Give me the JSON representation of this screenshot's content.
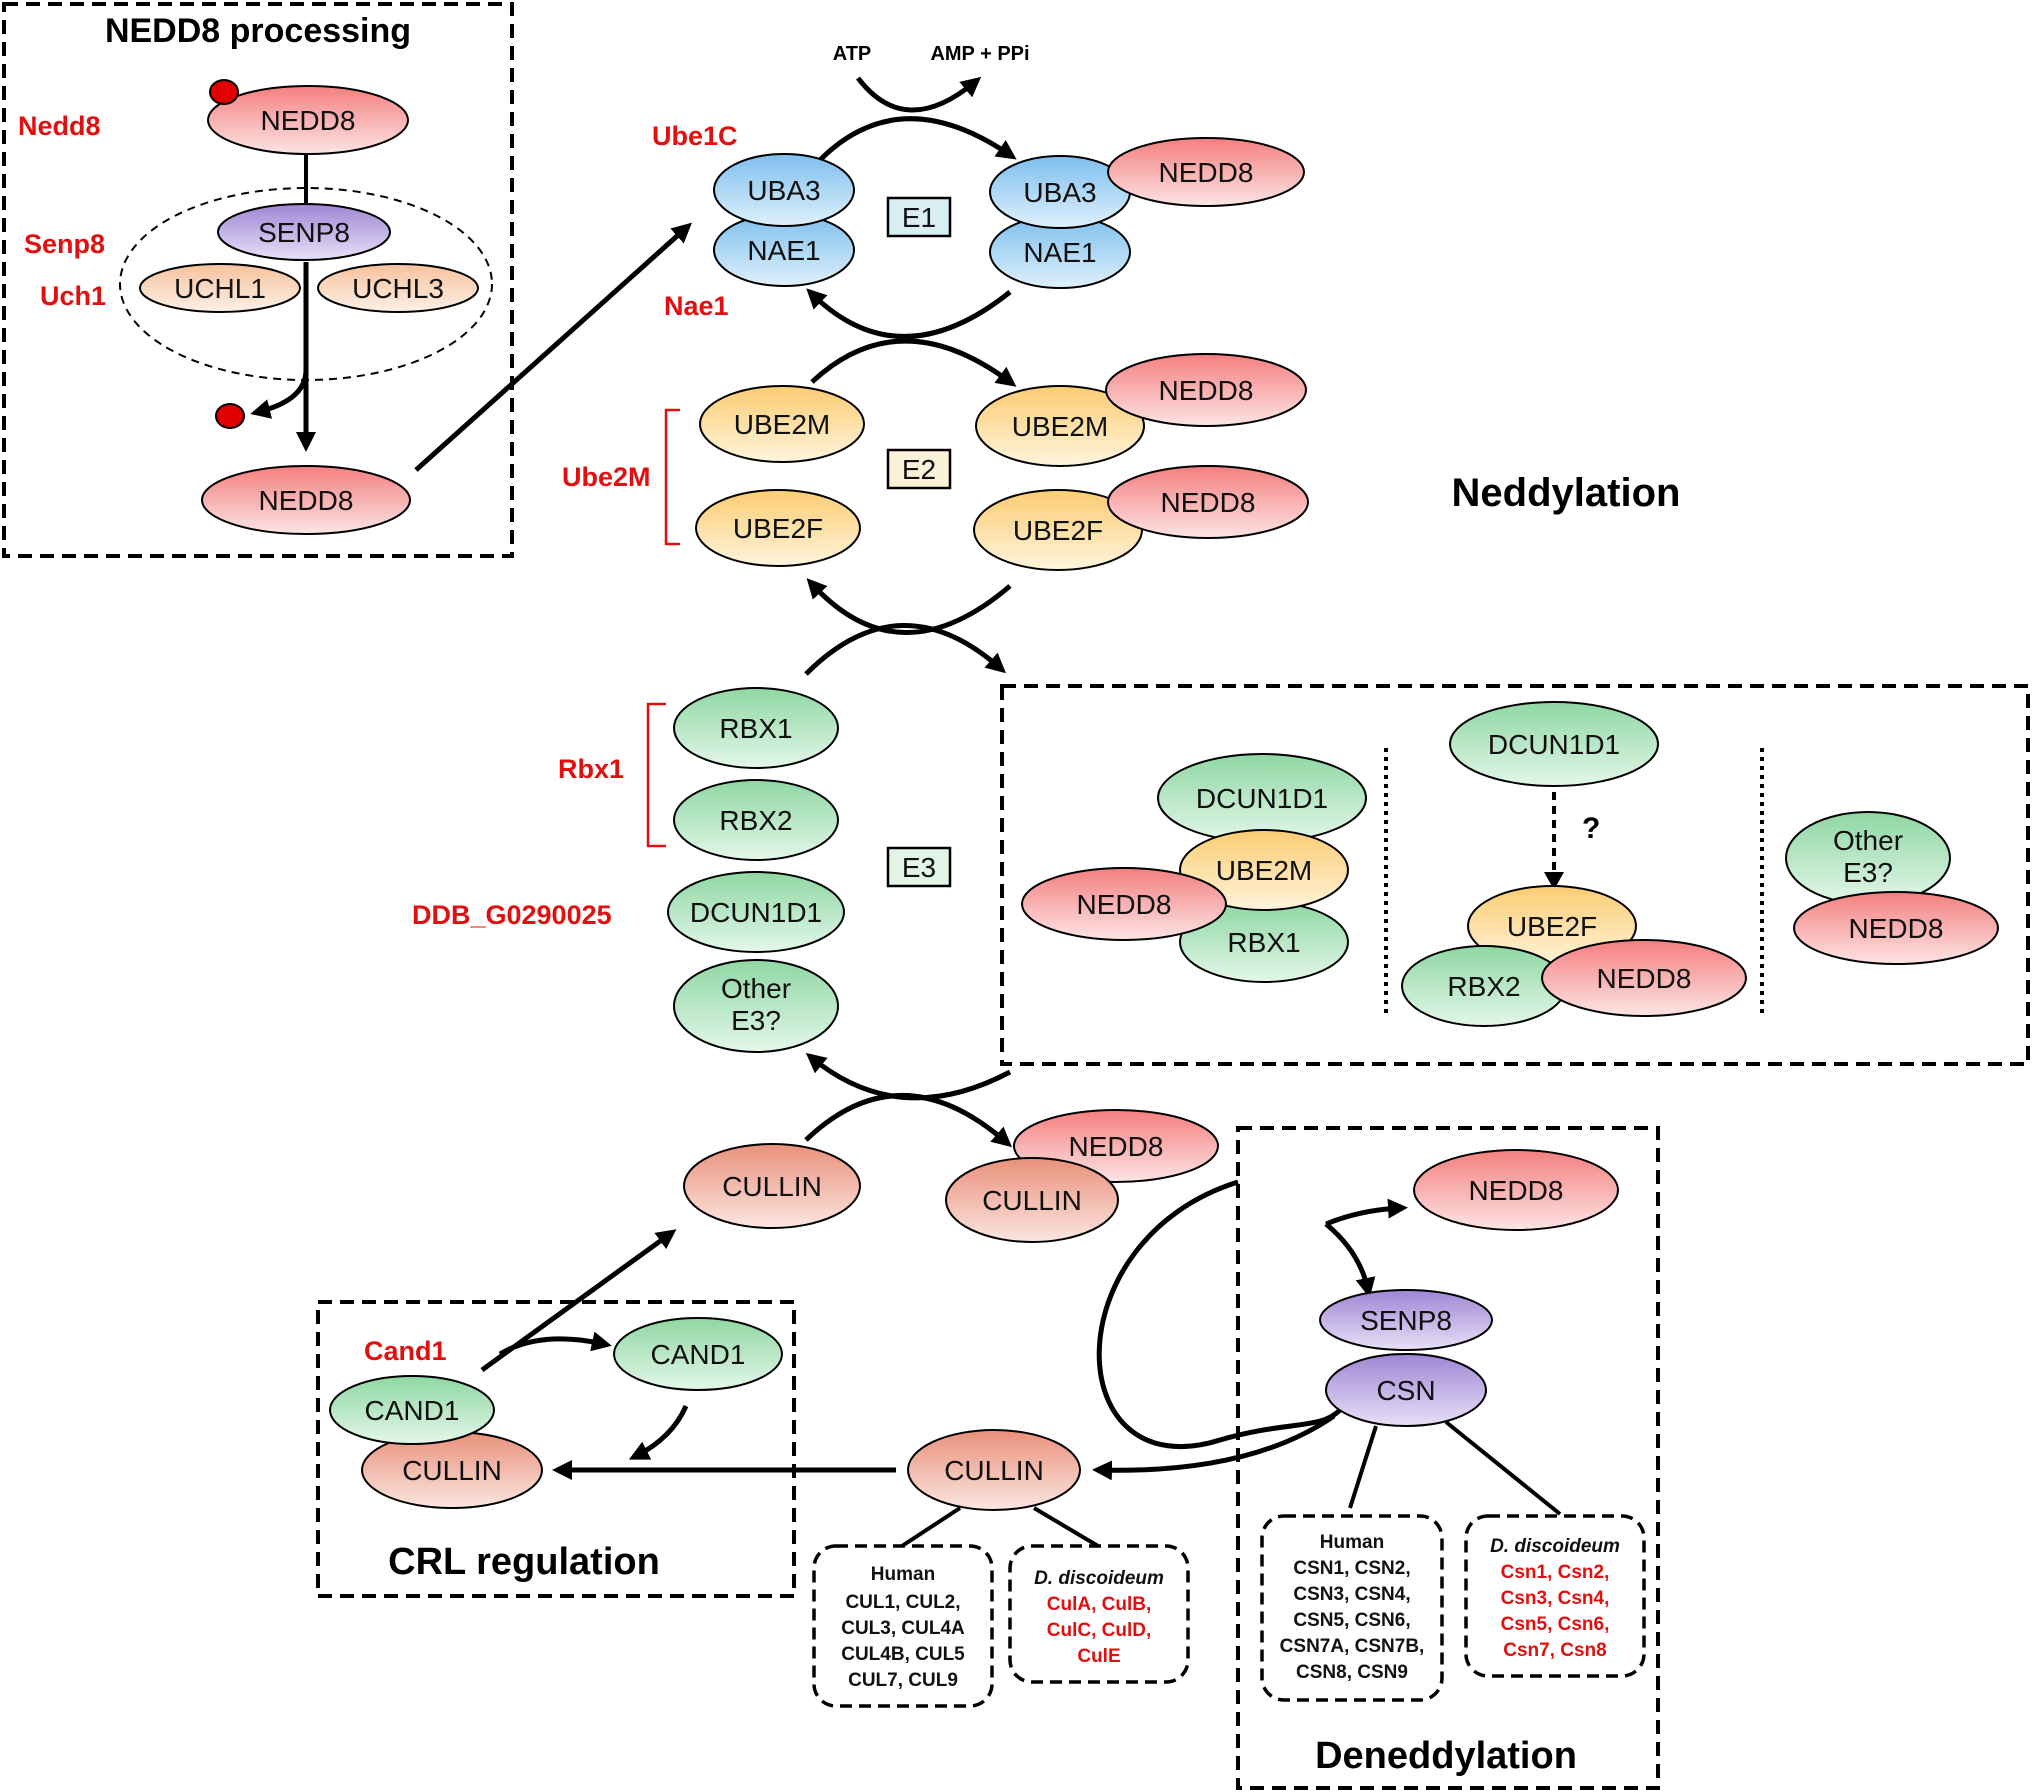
{
  "titles": {
    "processing": "NEDD8 processing",
    "neddylation": "Neddylation",
    "crl": "CRL regulation",
    "deneddylation": "Deneddylation"
  },
  "red_labels": {
    "nedd8": "Nedd8",
    "senp8": "Senp8",
    "uch1": "Uch1",
    "ube1c": "Ube1C",
    "nae1": "Nae1",
    "ube2m": "Ube2M",
    "rbx1": "Rbx1",
    "ddb": "DDB_G0290025",
    "cand1": "Cand1"
  },
  "cofactors": {
    "atp": "ATP",
    "amp": "AMP + PPi"
  },
  "enzyme_boxes": {
    "e1": "E1",
    "e2": "E2",
    "e3": "E3"
  },
  "proteins": {
    "nedd8": "NEDD8",
    "senp8": "SENP8",
    "uchl1": "UCHL1",
    "uchl3": "UCHL3",
    "uba3": "UBA3",
    "nae1": "NAE1",
    "ube2m": "UBE2M",
    "ube2f": "UBE2F",
    "rbx1": "RBX1",
    "rbx2": "RBX2",
    "dcun1d1": "DCUN1D1",
    "other_e3_line1": "Other",
    "other_e3_line2": "E3?",
    "cullin": "CULLIN",
    "cand1": "CAND1",
    "csn": "CSN"
  },
  "question_mark": "?",
  "cullin_lists": {
    "human_title": "Human",
    "human": [
      "CUL1, CUL2,",
      "CUL3, CUL4A",
      "CUL4B, CUL5",
      "CUL7, CUL9"
    ],
    "dicty_title": "D. discoideum",
    "dicty": [
      "CulA, CulB,",
      "CulC, CulD,",
      "CulE"
    ]
  },
  "csn_lists": {
    "human_title": "Human",
    "human": [
      "CSN1, CSN2,",
      "CSN3, CSN4,",
      "CSN5, CSN6,",
      "CSN7A, CSN7B,",
      "CSN8, CSN9"
    ],
    "dicty_title": "D. discoideum",
    "dicty": [
      "Csn1, Csn2,",
      "Csn3, Csn4,",
      "Csn5, Csn6,",
      "Csn7, Csn8"
    ]
  },
  "colors": {
    "nedd8": "#f59a9a",
    "senp8": "#b39ddb",
    "uch": "#f8cfae",
    "uba": "#8fc8f0",
    "ube2": "#fbd58b",
    "green": "#9ddcae",
    "cullin": "#eea592",
    "csn": "#b8a4e0",
    "label_red": "#e01010"
  }
}
